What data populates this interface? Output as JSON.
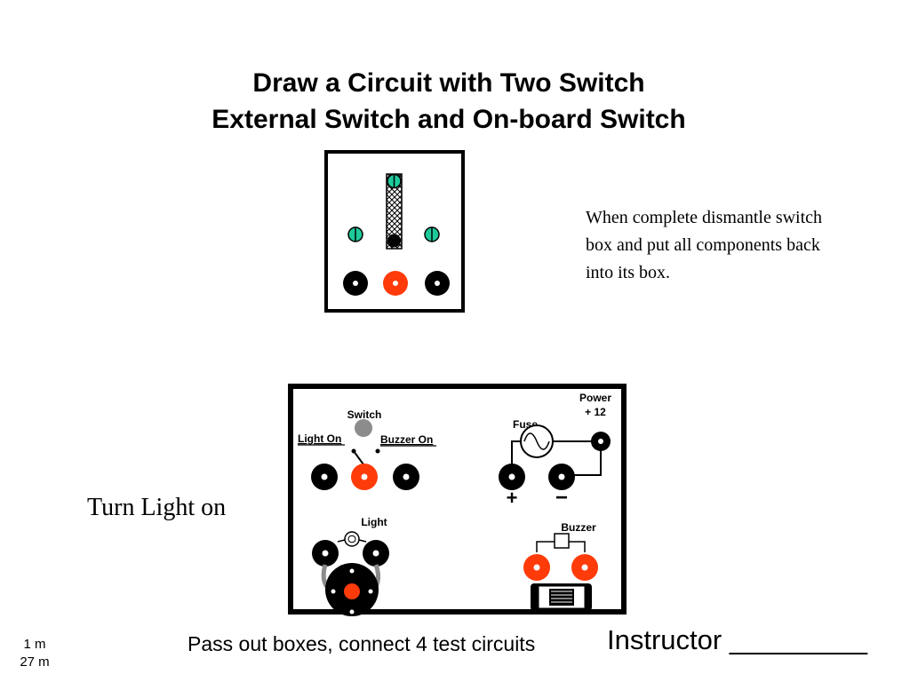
{
  "slide": {
    "title_line_1": "Draw a Circuit with Two Switch",
    "title_line_2": "External Switch and On-board Switch",
    "note_lines": [
      "When complete dismantle switch",
      "box and put all components back",
      "into its box."
    ],
    "turn_light_label": "Turn Light on",
    "footer_text": "Pass out boxes, connect 4 test circuits",
    "instructor_label": "Instructor _________",
    "time_1": "1 m",
    "time_2": "27 m"
  },
  "board": {
    "switch_label": "Switch",
    "light_on_label": "Light On",
    "buzzer_on_label": "Buzzer On",
    "power_label_1": "Power",
    "power_label_2": "+ 12",
    "fuse_label": "Fuse",
    "plus_label": "+",
    "minus_label": "−",
    "light_label": "Light",
    "buzzer_label": "Buzzer"
  },
  "colors": {
    "terminal_black": "#000000",
    "terminal_red": "#ff3b0a",
    "screw_green": "#1ec99a",
    "knob_gray": "#8c8c8c"
  }
}
